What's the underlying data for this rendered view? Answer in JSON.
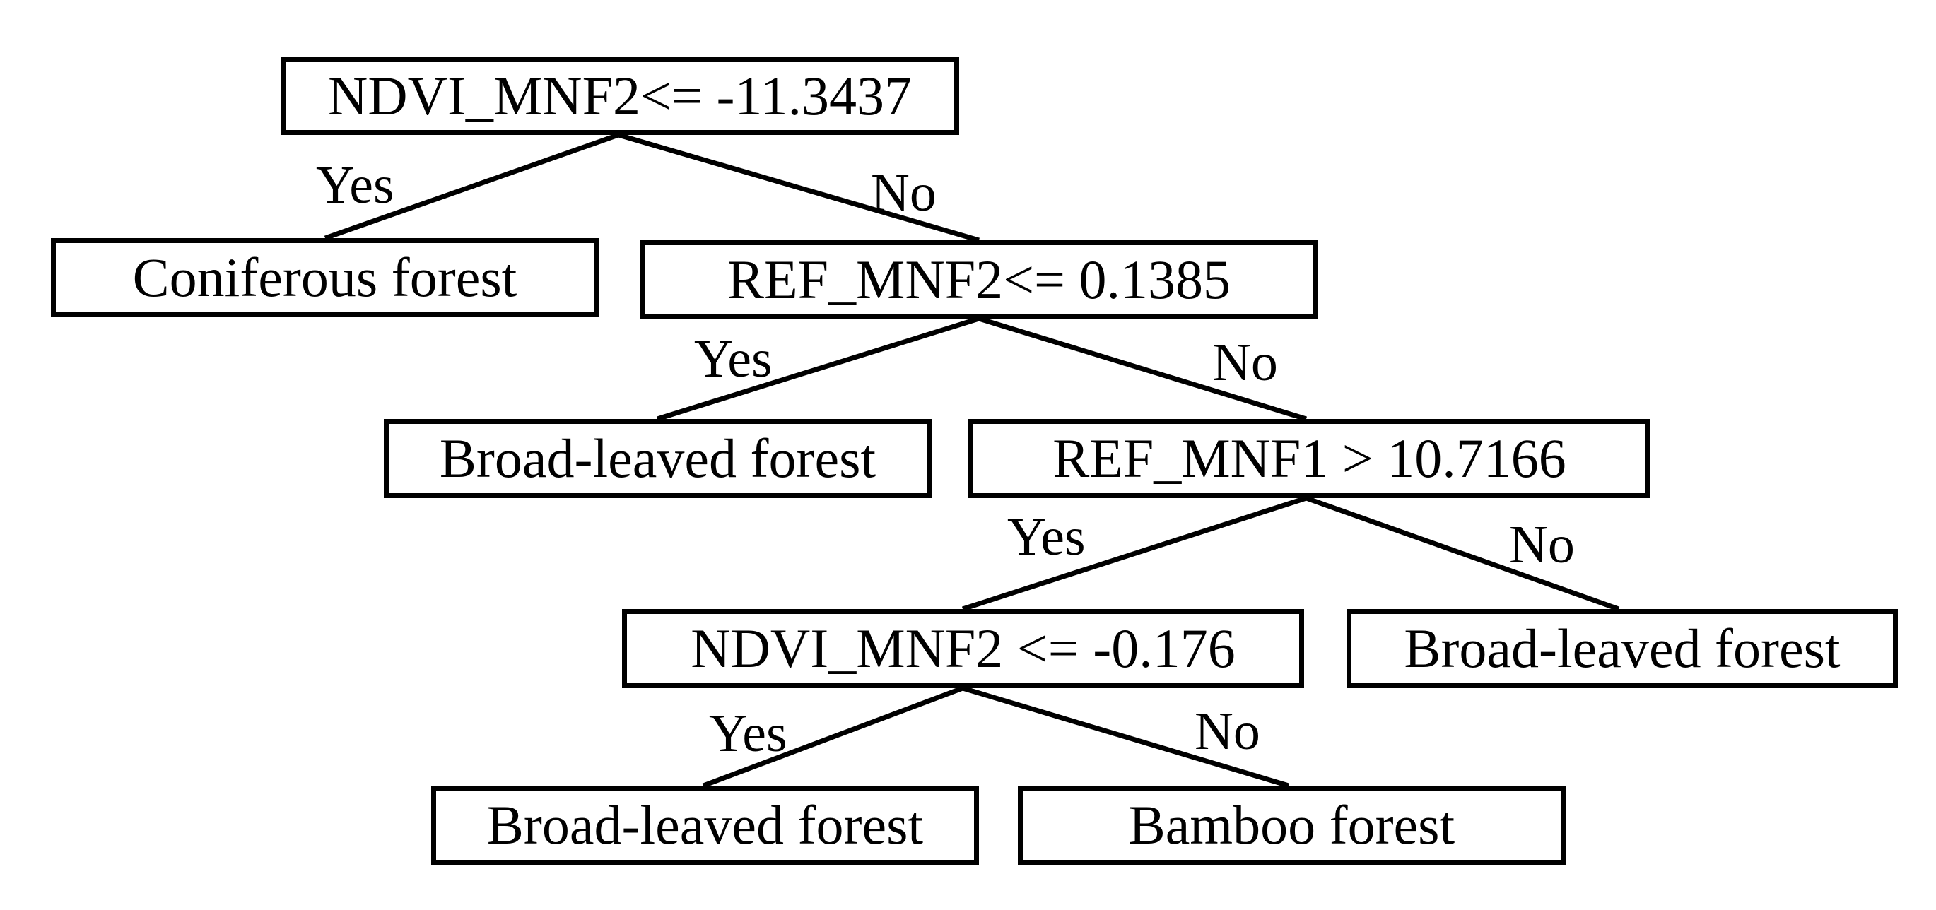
{
  "diagram": {
    "nodes": {
      "root": "NDVI_MNF2<= -11.3437",
      "coniferous": "Coniferous forest",
      "ref_mnf2": "REF_MNF2<= 0.1385",
      "broad1": "Broad-leaved forest",
      "ref_mnf1": "REF_MNF1 > 10.7166",
      "ndvi_mnf2_b": "NDVI_MNF2 <= -0.176",
      "broad2": "Broad-leaved forest",
      "broad3": "Broad-leaved forest",
      "bamboo": "Bamboo forest"
    },
    "edges": {
      "root_yes": "Yes",
      "root_no": "No",
      "ref2_yes": "Yes",
      "ref2_no": "No",
      "ref1_yes": "Yes",
      "ref1_no": "No",
      "ndvib_yes": "Yes",
      "ndvib_no": "No"
    },
    "colors": {
      "stroke": "#000000",
      "background": "#ffffff"
    }
  }
}
